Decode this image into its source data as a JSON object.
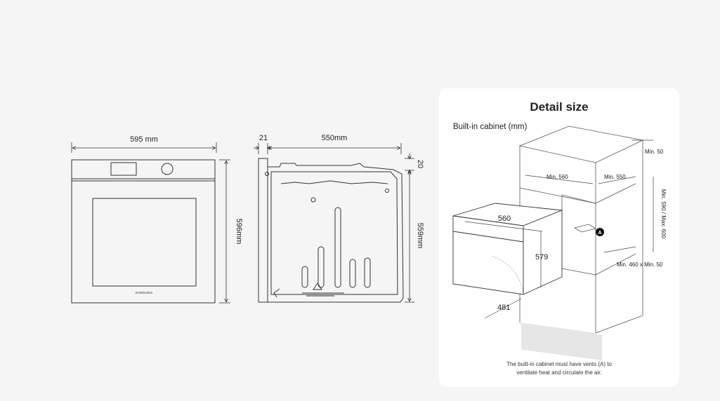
{
  "front_view": {
    "width_label": "595 mm",
    "height_label": "596mm",
    "brand_label": "SAMSUNG"
  },
  "side_view": {
    "door_label": "21",
    "depth_label": "550mm",
    "top_label": "20",
    "height_label": "559mm"
  },
  "detail_panel": {
    "title": "Detail size",
    "subtitle": "Built-in cabinet (mm)",
    "labels": {
      "min_50_top": "Min. 50",
      "min_560": "Min. 560",
      "min_550": "Min. 550",
      "min_590_max_600": "Min. 590 / Max. 600",
      "oven_width": "560",
      "oven_height": "579",
      "oven_depth": "481",
      "vent_marker": "A",
      "min_460_min_50": "Min. 460 x Min. 50"
    },
    "note_line1": "The built-in cabinet must have vents (A) to",
    "note_line2": "ventilate heat and circulate the air."
  }
}
